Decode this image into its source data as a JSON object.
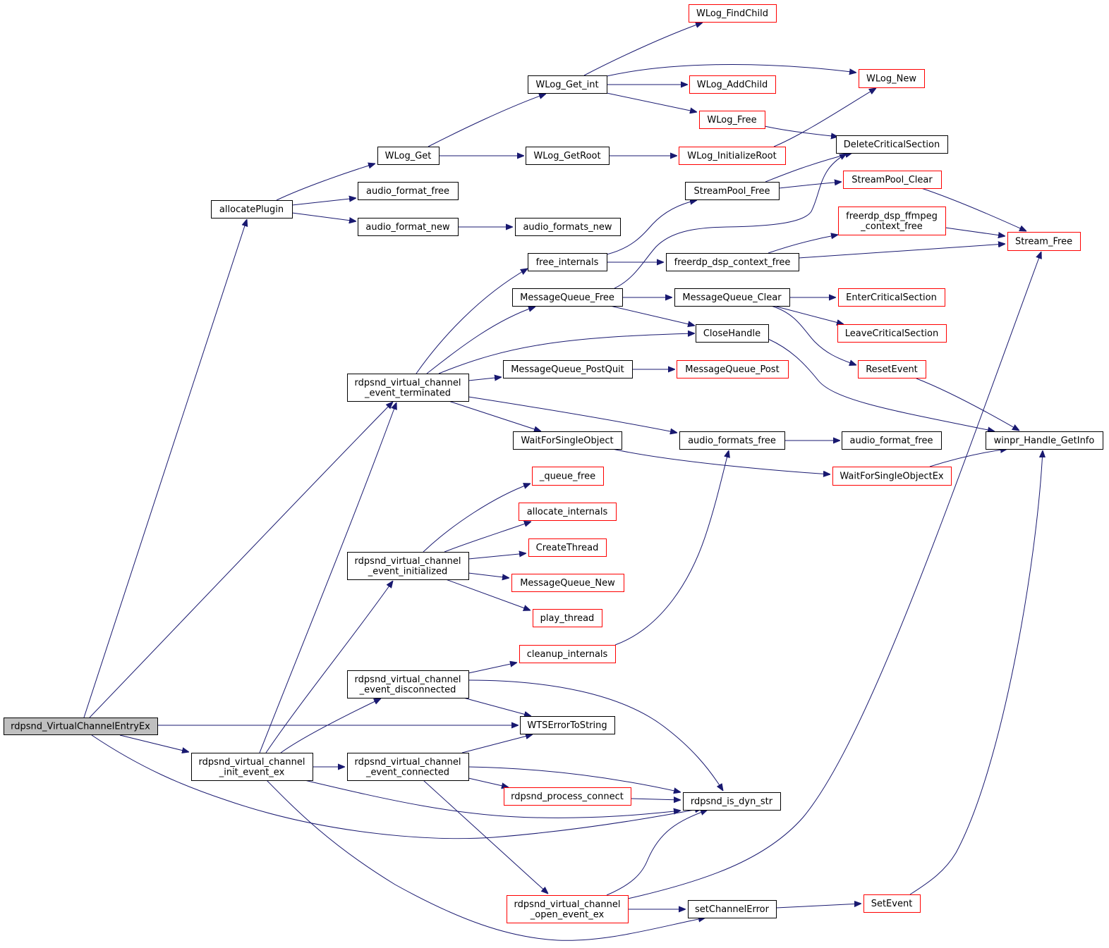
{
  "graph": {
    "edge_color": "#191970",
    "default_border_color": "#000000",
    "truncated_border_color": "#ff0000",
    "root_fill_color": "#bfbfbf",
    "nodes": {
      "root": {
        "lines": [
          "rdpsnd_VirtualChannelEntryEx"
        ],
        "style": "root"
      },
      "allocatePlugin": {
        "lines": [
          "allocatePlugin"
        ],
        "style": "normal"
      },
      "WLog_Get": {
        "lines": [
          "WLog_Get"
        ],
        "style": "normal"
      },
      "WLog_Get_int": {
        "lines": [
          "WLog_Get_int"
        ],
        "style": "normal"
      },
      "WLog_FindChild": {
        "lines": [
          "WLog_FindChild"
        ],
        "style": "truncated"
      },
      "WLog_New": {
        "lines": [
          "WLog_New"
        ],
        "style": "truncated"
      },
      "WLog_AddChild": {
        "lines": [
          "WLog_AddChild"
        ],
        "style": "truncated"
      },
      "WLog_Free": {
        "lines": [
          "WLog_Free"
        ],
        "style": "truncated"
      },
      "WLog_GetRoot": {
        "lines": [
          "WLog_GetRoot"
        ],
        "style": "normal"
      },
      "WLog_InitializeRoot": {
        "lines": [
          "WLog_InitializeRoot"
        ],
        "style": "truncated"
      },
      "DeleteCriticalSection": {
        "lines": [
          "DeleteCriticalSection"
        ],
        "style": "normal"
      },
      "audio_format_free_1": {
        "lines": [
          "audio_format_free"
        ],
        "style": "normal"
      },
      "audio_format_new": {
        "lines": [
          "audio_format_new"
        ],
        "style": "normal"
      },
      "audio_formats_new": {
        "lines": [
          "audio_formats_new"
        ],
        "style": "normal"
      },
      "StreamPool_Free": {
        "lines": [
          "StreamPool_Free"
        ],
        "style": "normal"
      },
      "StreamPool_Clear": {
        "lines": [
          "StreamPool_Clear"
        ],
        "style": "truncated"
      },
      "ffmpeg_free": {
        "lines": [
          "freerdp_dsp_ffmpeg",
          "_context_free"
        ],
        "style": "truncated"
      },
      "Stream_Free": {
        "lines": [
          "Stream_Free"
        ],
        "style": "truncated"
      },
      "free_internals": {
        "lines": [
          "free_internals"
        ],
        "style": "normal"
      },
      "dsp_context_free": {
        "lines": [
          "freerdp_dsp_context_free"
        ],
        "style": "normal"
      },
      "MessageQueue_Free": {
        "lines": [
          "MessageQueue_Free"
        ],
        "style": "normal"
      },
      "MessageQueue_Clear": {
        "lines": [
          "MessageQueue_Clear"
        ],
        "style": "normal"
      },
      "EnterCriticalSection": {
        "lines": [
          "EnterCriticalSection"
        ],
        "style": "truncated"
      },
      "LeaveCriticalSection": {
        "lines": [
          "LeaveCriticalSection"
        ],
        "style": "truncated"
      },
      "CloseHandle": {
        "lines": [
          "CloseHandle"
        ],
        "style": "normal"
      },
      "ResetEvent": {
        "lines": [
          "ResetEvent"
        ],
        "style": "truncated"
      },
      "ev_terminated": {
        "lines": [
          "rdpsnd_virtual_channel",
          "_event_terminated"
        ],
        "style": "normal"
      },
      "MessageQueue_PostQuit": {
        "lines": [
          "MessageQueue_PostQuit"
        ],
        "style": "normal"
      },
      "MessageQueue_Post": {
        "lines": [
          "MessageQueue_Post"
        ],
        "style": "truncated"
      },
      "WaitForSingleObject": {
        "lines": [
          "WaitForSingleObject"
        ],
        "style": "normal"
      },
      "audio_formats_free": {
        "lines": [
          "audio_formats_free"
        ],
        "style": "normal"
      },
      "audio_format_free_2": {
        "lines": [
          "audio_format_free"
        ],
        "style": "normal"
      },
      "winpr_Handle_GetInfo": {
        "lines": [
          "winpr_Handle_GetInfo"
        ],
        "style": "normal"
      },
      "WaitForSingleObjectEx": {
        "lines": [
          "WaitForSingleObjectEx"
        ],
        "style": "truncated"
      },
      "_queue_free": {
        "lines": [
          "_queue_free"
        ],
        "style": "truncated"
      },
      "allocate_internals": {
        "lines": [
          "allocate_internals"
        ],
        "style": "truncated"
      },
      "CreateThread": {
        "lines": [
          "CreateThread"
        ],
        "style": "truncated"
      },
      "MessageQueue_New": {
        "lines": [
          "MessageQueue_New"
        ],
        "style": "truncated"
      },
      "play_thread": {
        "lines": [
          "play_thread"
        ],
        "style": "truncated"
      },
      "ev_initialized": {
        "lines": [
          "rdpsnd_virtual_channel",
          "_event_initialized"
        ],
        "style": "normal"
      },
      "cleanup_internals": {
        "lines": [
          "cleanup_internals"
        ],
        "style": "truncated"
      },
      "ev_disconnected": {
        "lines": [
          "rdpsnd_virtual_channel",
          "_event_disconnected"
        ],
        "style": "normal"
      },
      "WTSErrorToString": {
        "lines": [
          "WTSErrorToString"
        ],
        "style": "normal"
      },
      "init_event_ex": {
        "lines": [
          "rdpsnd_virtual_channel",
          "_init_event_ex"
        ],
        "style": "normal"
      },
      "ev_connected": {
        "lines": [
          "rdpsnd_virtual_channel",
          "_event_connected"
        ],
        "style": "normal"
      },
      "process_connect": {
        "lines": [
          "rdpsnd_process_connect"
        ],
        "style": "truncated"
      },
      "is_dyn_str": {
        "lines": [
          "rdpsnd_is_dyn_str"
        ],
        "style": "normal"
      },
      "open_event_ex": {
        "lines": [
          "rdpsnd_virtual_channel",
          "_open_event_ex"
        ],
        "style": "truncated"
      },
      "setChannelError": {
        "lines": [
          "setChannelError"
        ],
        "style": "normal"
      },
      "SetEvent": {
        "lines": [
          "SetEvent"
        ],
        "style": "truncated"
      }
    },
    "edges": [
      [
        "root",
        "allocatePlugin"
      ],
      [
        "root",
        "ev_terminated"
      ],
      [
        "root",
        "WTSErrorToString"
      ],
      [
        "root",
        "init_event_ex"
      ],
      [
        "root",
        "is_dyn_str"
      ],
      [
        "allocatePlugin",
        "WLog_Get"
      ],
      [
        "allocatePlugin",
        "audio_format_free_1"
      ],
      [
        "allocatePlugin",
        "audio_format_new"
      ],
      [
        "WLog_Get",
        "WLog_Get_int"
      ],
      [
        "WLog_Get",
        "WLog_GetRoot"
      ],
      [
        "WLog_Get_int",
        "WLog_FindChild"
      ],
      [
        "WLog_Get_int",
        "WLog_New"
      ],
      [
        "WLog_Get_int",
        "WLog_AddChild"
      ],
      [
        "WLog_Get_int",
        "WLog_Free"
      ],
      [
        "WLog_GetRoot",
        "WLog_InitializeRoot"
      ],
      [
        "WLog_InitializeRoot",
        "WLog_New"
      ],
      [
        "WLog_Free",
        "DeleteCriticalSection"
      ],
      [
        "audio_format_new",
        "audio_formats_new"
      ],
      [
        "StreamPool_Free",
        "DeleteCriticalSection"
      ],
      [
        "StreamPool_Free",
        "StreamPool_Clear"
      ],
      [
        "StreamPool_Clear",
        "Stream_Free"
      ],
      [
        "ffmpeg_free",
        "Stream_Free"
      ],
      [
        "dsp_context_free",
        "ffmpeg_free"
      ],
      [
        "dsp_context_free",
        "Stream_Free"
      ],
      [
        "free_internals",
        "StreamPool_Free"
      ],
      [
        "free_internals",
        "dsp_context_free"
      ],
      [
        "MessageQueue_Free",
        "DeleteCriticalSection"
      ],
      [
        "MessageQueue_Free",
        "MessageQueue_Clear"
      ],
      [
        "MessageQueue_Free",
        "CloseHandle"
      ],
      [
        "MessageQueue_Clear",
        "EnterCriticalSection"
      ],
      [
        "MessageQueue_Clear",
        "LeaveCriticalSection"
      ],
      [
        "MessageQueue_Clear",
        "ResetEvent"
      ],
      [
        "CloseHandle",
        "winpr_Handle_GetInfo"
      ],
      [
        "ResetEvent",
        "winpr_Handle_GetInfo"
      ],
      [
        "ev_terminated",
        "free_internals"
      ],
      [
        "ev_terminated",
        "MessageQueue_Free"
      ],
      [
        "ev_terminated",
        "CloseHandle"
      ],
      [
        "ev_terminated",
        "MessageQueue_PostQuit"
      ],
      [
        "ev_terminated",
        "audio_formats_free"
      ],
      [
        "ev_terminated",
        "WaitForSingleObject"
      ],
      [
        "MessageQueue_PostQuit",
        "MessageQueue_Post"
      ],
      [
        "WaitForSingleObject",
        "WaitForSingleObjectEx"
      ],
      [
        "WaitForSingleObjectEx",
        "winpr_Handle_GetInfo"
      ],
      [
        "audio_formats_free",
        "audio_format_free_2"
      ],
      [
        "ev_initialized",
        "_queue_free"
      ],
      [
        "ev_initialized",
        "allocate_internals"
      ],
      [
        "ev_initialized",
        "CreateThread"
      ],
      [
        "ev_initialized",
        "MessageQueue_New"
      ],
      [
        "ev_initialized",
        "play_thread"
      ],
      [
        "cleanup_internals",
        "audio_formats_free"
      ],
      [
        "ev_disconnected",
        "cleanup_internals"
      ],
      [
        "ev_disconnected",
        "WTSErrorToString"
      ],
      [
        "ev_disconnected",
        "is_dyn_str"
      ],
      [
        "init_event_ex",
        "ev_terminated"
      ],
      [
        "init_event_ex",
        "ev_initialized"
      ],
      [
        "init_event_ex",
        "ev_disconnected"
      ],
      [
        "init_event_ex",
        "ev_connected"
      ],
      [
        "init_event_ex",
        "is_dyn_str"
      ],
      [
        "init_event_ex",
        "setChannelError"
      ],
      [
        "ev_connected",
        "WTSErrorToString"
      ],
      [
        "ev_connected",
        "is_dyn_str"
      ],
      [
        "ev_connected",
        "process_connect"
      ],
      [
        "ev_connected",
        "open_event_ex"
      ],
      [
        "process_connect",
        "is_dyn_str"
      ],
      [
        "open_event_ex",
        "is_dyn_str"
      ],
      [
        "open_event_ex",
        "Stream_Free"
      ],
      [
        "open_event_ex",
        "setChannelError"
      ],
      [
        "setChannelError",
        "SetEvent"
      ],
      [
        "SetEvent",
        "winpr_Handle_GetInfo"
      ]
    ]
  }
}
